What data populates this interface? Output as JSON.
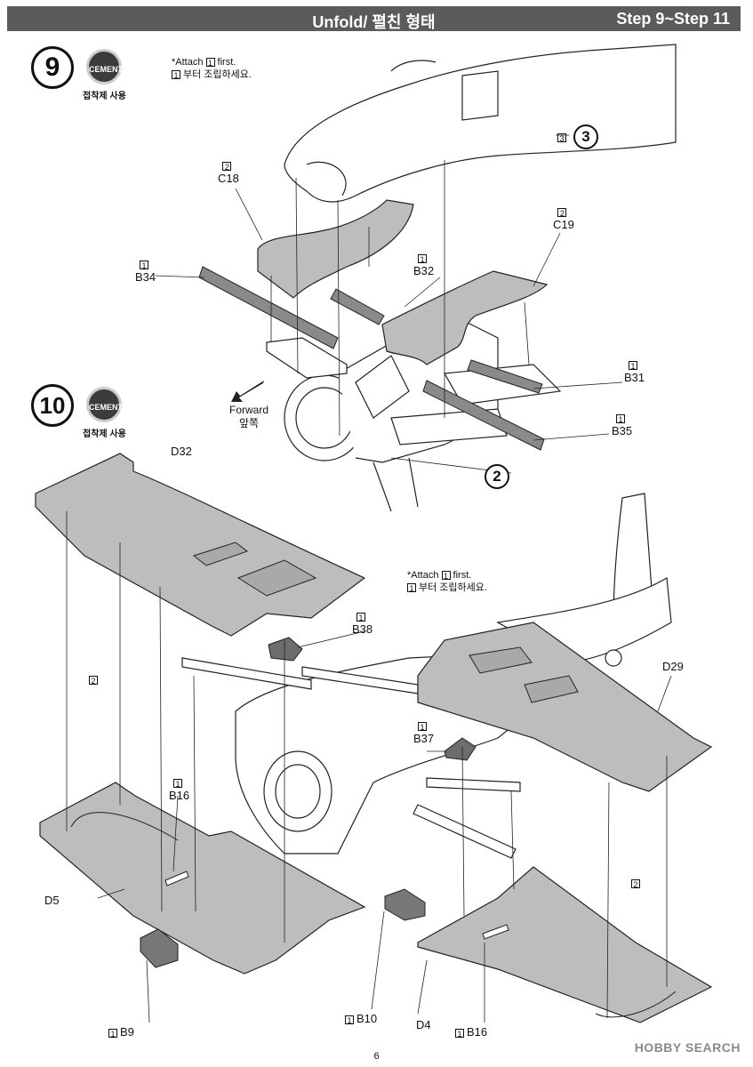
{
  "header": {
    "title": "Unfold/ 펼친 형태",
    "steps": "Step 9~Step 11"
  },
  "step9": {
    "number": "9",
    "cement": "CEMENT",
    "cement_note": "접착제 사용",
    "attach_en": "*Attach",
    "attach_box": "1",
    "attach_en_tail": "first.",
    "attach_ko_box": "1",
    "attach_ko_tail": "부터 조립하세요."
  },
  "step10": {
    "number": "10",
    "cement": "CEMENT",
    "cement_note": "접착제 사용",
    "attach_en": "*Attach",
    "attach_box": "1",
    "attach_en_tail": "first.",
    "attach_ko_box": "1",
    "attach_ko_tail": "부터 조립하세요."
  },
  "ref3": {
    "box": "3",
    "circle": "3"
  },
  "ref2": {
    "circle": "2"
  },
  "forward": {
    "en": "Forward",
    "ko": "앞쪽"
  },
  "parts": {
    "c18": {
      "box": "2",
      "name": "C18"
    },
    "c19": {
      "box": "2",
      "name": "C19"
    },
    "b34": {
      "box": "1",
      "name": "B34"
    },
    "b32": {
      "box": "1",
      "name": "B32"
    },
    "b31": {
      "box": "1",
      "name": "B31"
    },
    "b35": {
      "box": "1",
      "name": "B35"
    },
    "d32": {
      "name": "D32"
    },
    "b38": {
      "box": "1",
      "name": "B38"
    },
    "d29": {
      "name": "D29"
    },
    "b37": {
      "box": "1",
      "name": "B37"
    },
    "b16a": {
      "box": "1",
      "name": "B16"
    },
    "d5": {
      "name": "D5"
    },
    "b9": {
      "box": "1",
      "name": "B9"
    },
    "b10": {
      "box": "1",
      "name": "B10"
    },
    "d4": {
      "name": "D4"
    },
    "b16b": {
      "box": "1",
      "name": "B16"
    },
    "left2": {
      "box": "2"
    },
    "right2": {
      "box": "2"
    }
  },
  "footer": {
    "page": "6"
  },
  "watermark": "HOBBY SEARCH"
}
